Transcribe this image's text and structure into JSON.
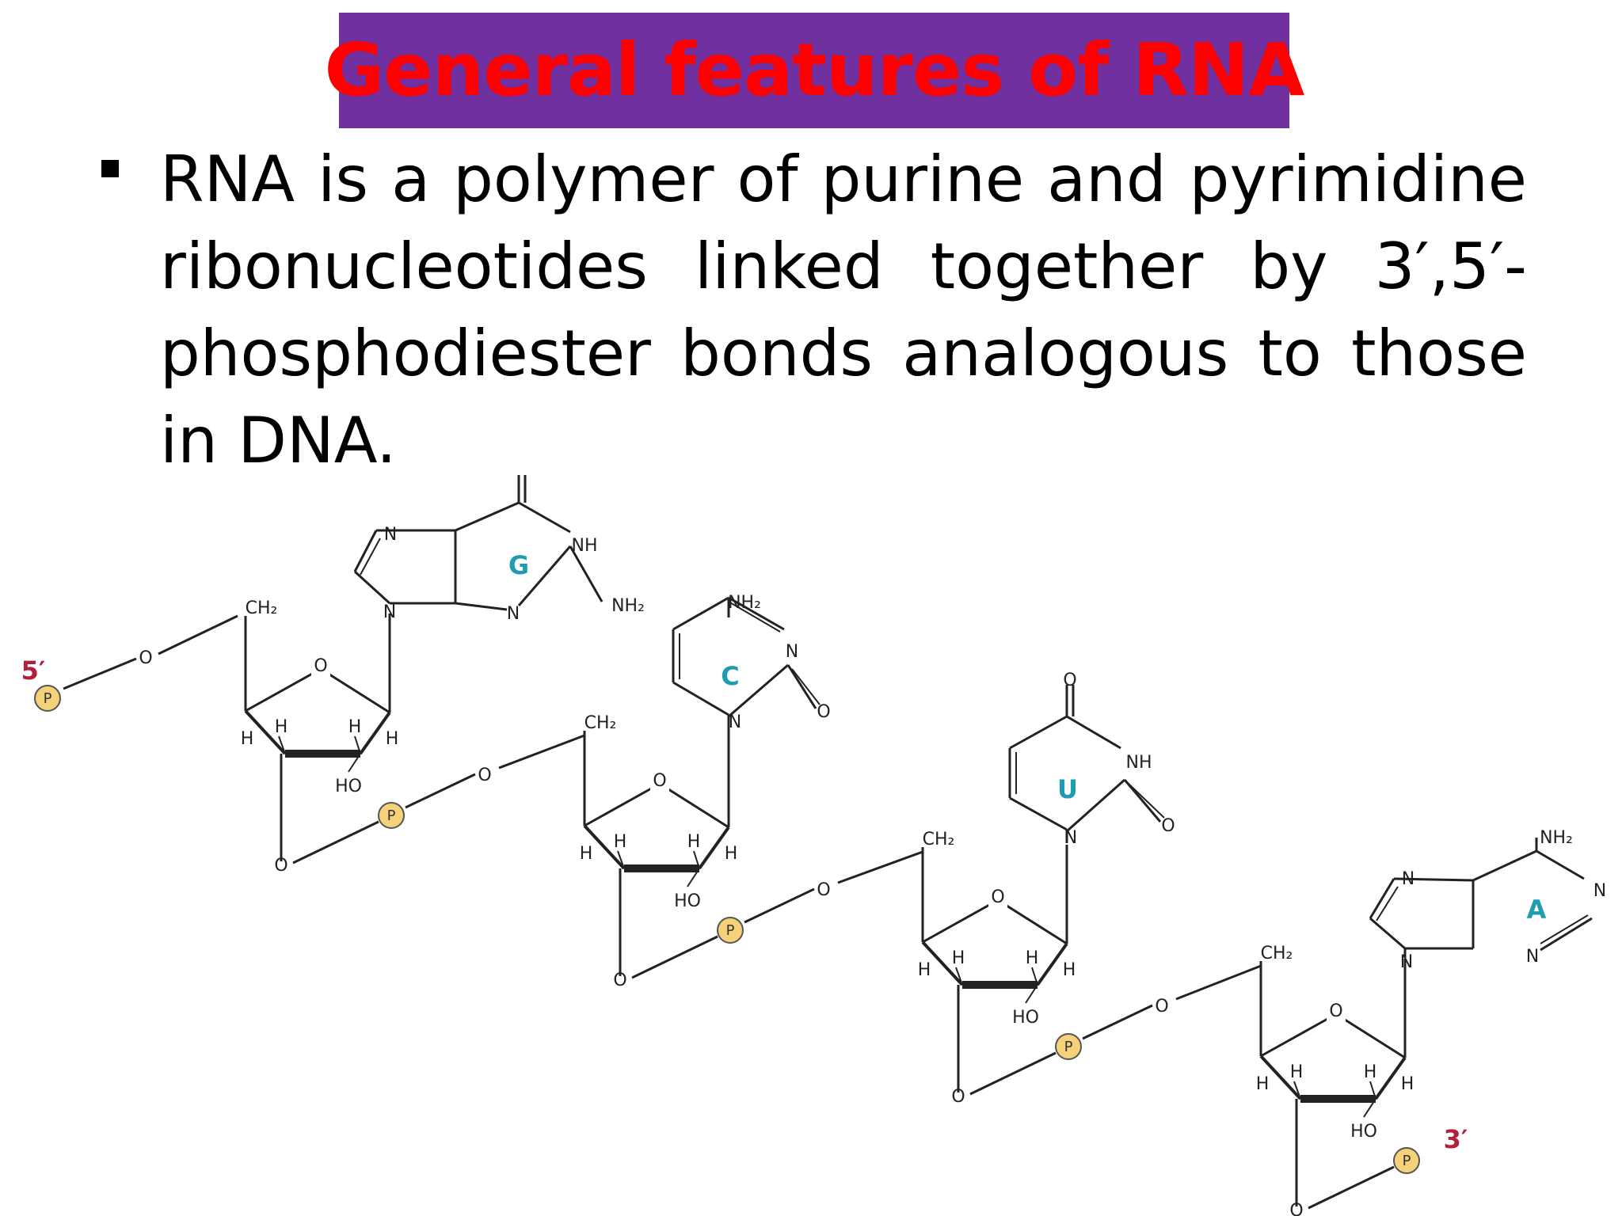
{
  "slide": {
    "title": "General features of RNA",
    "bullet_text": "RNA is a polymer of purine and pyrimidine ribonucleotides linked together by 3′,5′-phosphodiester bonds analogous to those in DNA."
  },
  "diagram": {
    "labels": {
      "five_prime": "5′",
      "three_prime": "3′",
      "phosphate": "P",
      "oxygen": "O",
      "ch2": "CH₂",
      "h": "H",
      "ho": "HO",
      "n": "N",
      "nh": "NH",
      "nh2": "NH₂"
    },
    "bases": {
      "guanine": "G",
      "cytosine": "C",
      "uracil": "U",
      "adenine": "A"
    },
    "colors": {
      "base_letter": "#1e9cb0",
      "end_label": "#b0203a",
      "phosphate_fill": "#f5d27a",
      "title_banner": "#7030a0",
      "title_text": "#ff0000"
    }
  }
}
